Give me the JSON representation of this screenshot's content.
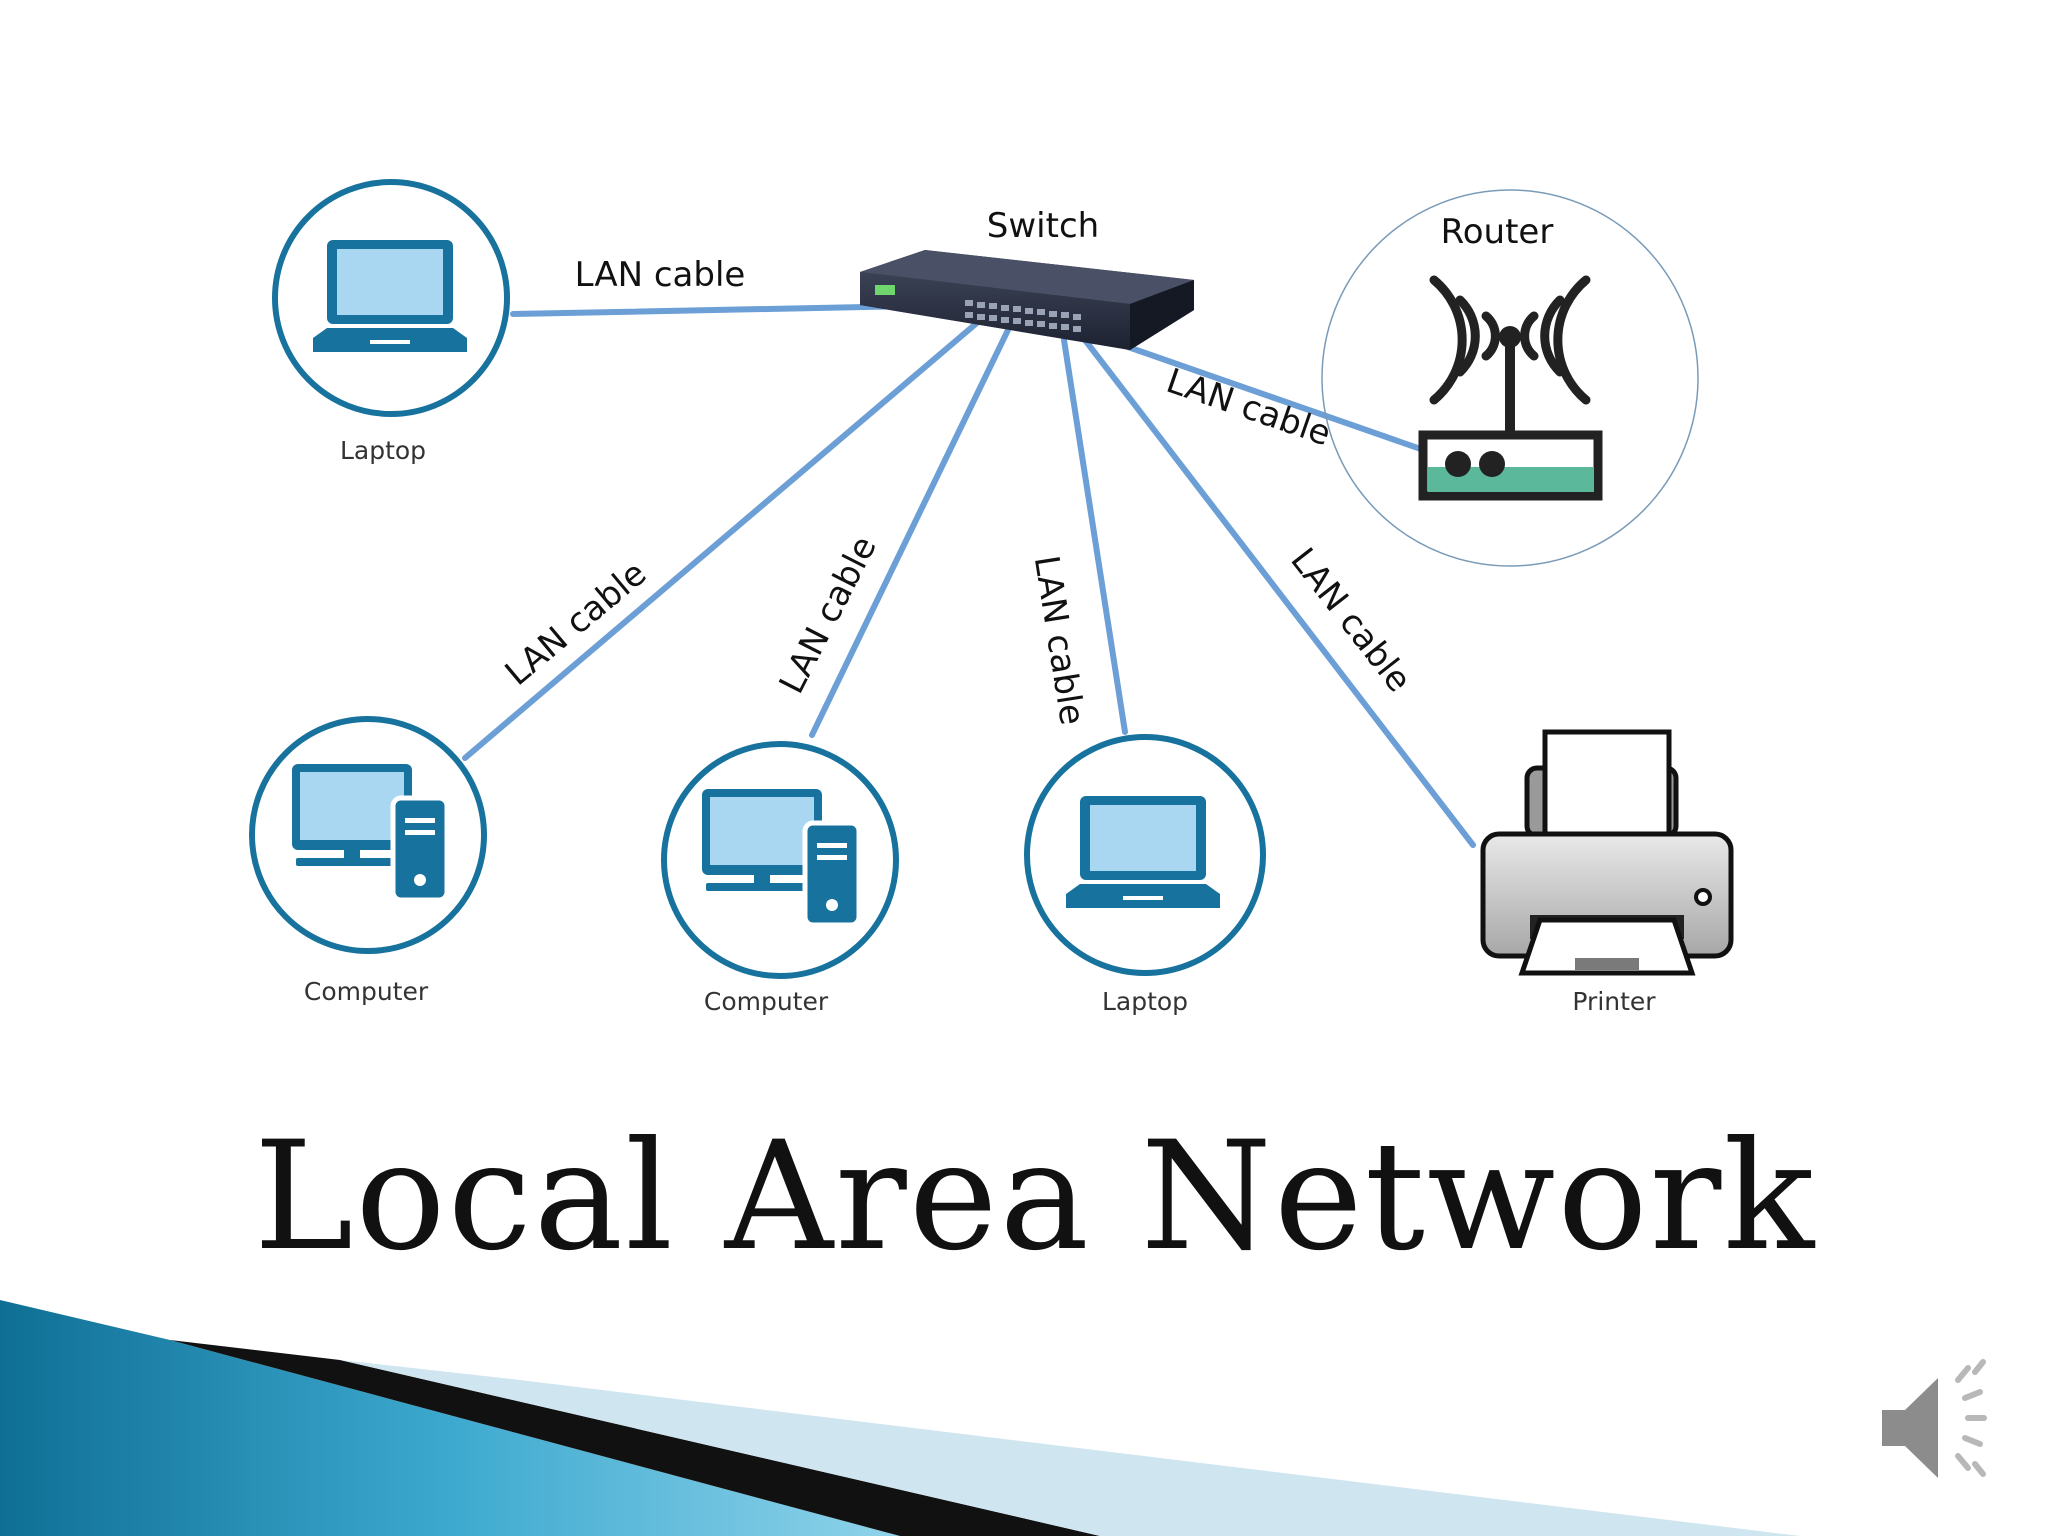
{
  "title": "Local Area Network",
  "nodes": {
    "switch": "Switch",
    "router": "Router",
    "laptop_top": "Laptop",
    "computer_1": "Computer",
    "computer_2": "Computer",
    "laptop_bottom": "Laptop",
    "printer": "Printer"
  },
  "cables": {
    "to_laptop_top": "LAN cable",
    "to_router": "LAN cable",
    "to_computer_1": "LAN cable",
    "to_computer_2": "LAN cable",
    "to_laptop_bottom": "LAN cable",
    "to_printer": "LAN cable"
  },
  "colors": {
    "cable": "#6b9fd6",
    "icon": "#17729d",
    "screen": "#a9d7f1",
    "router_accent": "#5bb89a"
  },
  "icons": {
    "audio": "speaker-icon"
  }
}
